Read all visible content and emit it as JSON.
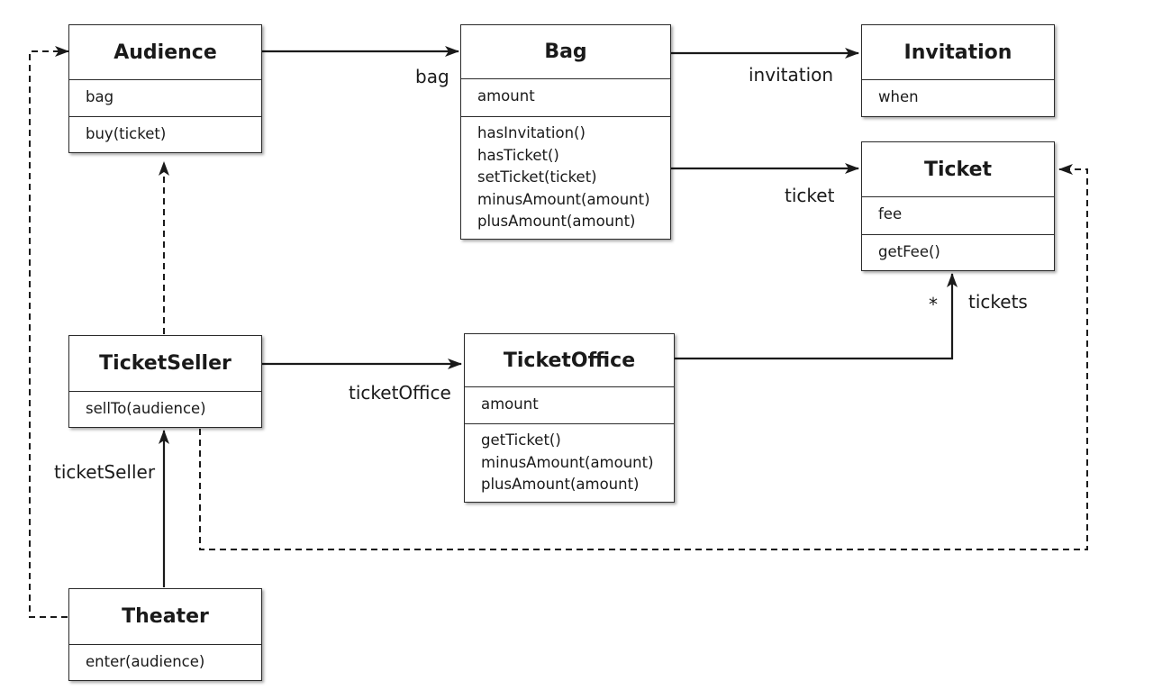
{
  "classes": {
    "audience": {
      "name": "Audience",
      "attributes": [
        "bag"
      ],
      "methods": [
        "buy(ticket)"
      ]
    },
    "bag": {
      "name": "Bag",
      "attributes": [
        "amount"
      ],
      "methods": [
        "hasInvitation()",
        "hasTicket()",
        "setTicket(ticket)",
        "minusAmount(amount)",
        "plusAmount(amount)"
      ]
    },
    "invitation": {
      "name": "Invitation",
      "attributes": [
        "when"
      ]
    },
    "ticket": {
      "name": "Ticket",
      "attributes": [
        "fee"
      ],
      "methods": [
        "getFee()"
      ]
    },
    "ticket_seller": {
      "name": "TicketSeller",
      "methods": [
        "sellTo(audience)"
      ]
    },
    "ticket_office": {
      "name": "TicketOffice",
      "attributes": [
        "amount"
      ],
      "methods": [
        "getTicket()",
        "minusAmount(amount)",
        "plusAmount(amount)"
      ]
    },
    "theater": {
      "name": "Theater",
      "methods": [
        "enter(audience)"
      ]
    }
  },
  "relations": {
    "audience_bag": {
      "label": "bag",
      "kind": "association"
    },
    "bag_invitation": {
      "label": "invitation",
      "kind": "association"
    },
    "bag_ticket": {
      "label": "ticket",
      "kind": "association"
    },
    "ticketoffice_tickets": {
      "label": "tickets",
      "multiplicity": "*",
      "kind": "association"
    },
    "seller_office": {
      "label": "ticketOffice",
      "kind": "association"
    },
    "theater_seller": {
      "label": "ticketSeller",
      "kind": "association"
    },
    "seller_audience": {
      "kind": "dependency"
    },
    "seller_ticket": {
      "kind": "dependency"
    },
    "theater_audience": {
      "kind": "dependency"
    }
  },
  "colors": {
    "line": "#1a1a1a",
    "box_border": "#2a2a2a",
    "background": "#ffffff"
  }
}
